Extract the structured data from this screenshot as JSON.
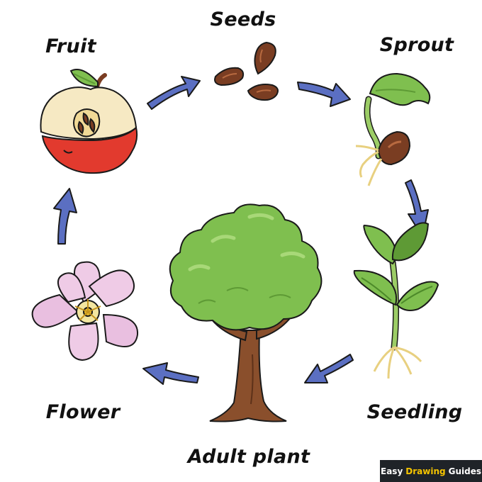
{
  "stages": {
    "seeds": "Seeds",
    "sprout": "Sprout",
    "seedling": "Seedling",
    "adult_plant": "Adult plant",
    "flower": "Flower",
    "fruit": "Fruit"
  },
  "icons": [
    "seeds-icon",
    "sprout-icon",
    "seedling-icon",
    "tree-icon",
    "flower-icon",
    "apple-icon",
    "arrow-icon"
  ],
  "colors": {
    "arrow": "#5b6fc2",
    "leaf": "#7fbf4f",
    "trunk": "#8a4f2c",
    "apple": "#e23a2e",
    "petal": "#efcbe6",
    "seed": "#7a3d22"
  },
  "watermark": {
    "part1": "Easy",
    "part2": "Drawing",
    "part3": "Guides"
  }
}
